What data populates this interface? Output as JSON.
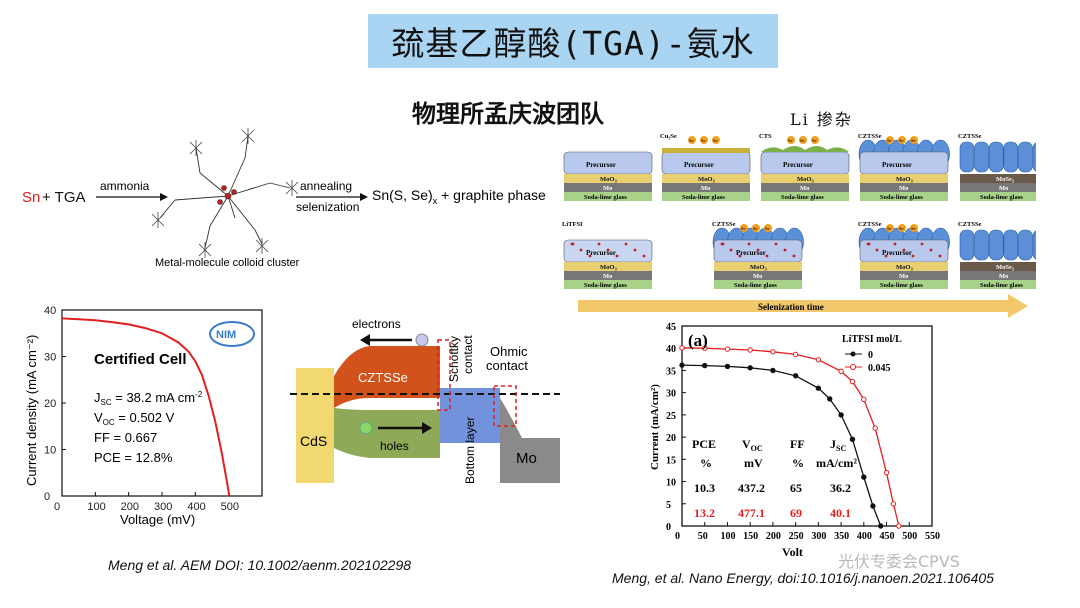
{
  "slide": {
    "title": "巯基乙醇酸(TGA)-氨水",
    "subtitle": "物理所孟庆波团队",
    "li_label": "Li 掺杂"
  },
  "reaction": {
    "sn": "Sn",
    "plus_tga": " + TGA",
    "ammonia": "ammonia",
    "annealing": "annealing",
    "selenization": "selenization",
    "product": "Sn(S, Se)",
    "product_sub": "x",
    "product_tail": " + graphite phase",
    "cluster_caption": "Metal-molecule colloid cluster"
  },
  "jv_left": {
    "ylabel": "Current density (mA cm⁻²)",
    "xlabel": "Voltage (mV)",
    "certified": "Certified Cell",
    "jsc": "J",
    "jsc_sub": "SC",
    "jsc_val": " = 38.2 mA cm",
    "jsc_sup": "-2",
    "voc": "V",
    "voc_sub": "OC",
    "voc_val": " = 0.502 V",
    "ff": "FF = 0.667",
    "pce": "PCE = 12.8%",
    "xticks": [
      "0",
      "100",
      "200",
      "300",
      "400",
      "500"
    ],
    "yticks": [
      "0",
      "10",
      "20",
      "30",
      "40"
    ]
  },
  "band": {
    "electrons": "electrons",
    "holes": "holes",
    "czts": "CZTSSe",
    "cds": "CdS",
    "mo": "Mo",
    "bottom": "Bottom layer",
    "schottky1": "Schottky",
    "schottky2": "contact",
    "ohmic1": "Ohmic",
    "ohmic2": "contact"
  },
  "process": {
    "precursor": "Precursor",
    "moo3": "MoO",
    "moo3_sub": "3",
    "mo": "Mo",
    "mose2": "MoSe",
    "mose2_sub": "2",
    "glass": "Soda-lime glass",
    "cu2se": "Cu₂Se",
    "se": "Se",
    "cts": "CTS",
    "cztsse": "CZTSSe",
    "litfsi": "LiTFSI",
    "arrow_label": "Selenization time"
  },
  "jv_right": {
    "panel": "(a)",
    "legend_title": "LiTFSI mol/L",
    "legend_0": "0",
    "legend_045": "0.045",
    "ylabel": "Current (mA/cm²)",
    "xlabel": "Volt",
    "table_headers": [
      "PCE",
      "V",
      "FF",
      "J"
    ],
    "table_header_subs": [
      "",
      "OC",
      "",
      "SC"
    ],
    "table_units": [
      "%",
      "mV",
      "%",
      "mA/cm²"
    ],
    "row1": [
      "10.3",
      "437.2",
      "65",
      "36.2"
    ],
    "row2": [
      "13.2",
      "477.1",
      "69",
      "40.1"
    ],
    "xticks": [
      "0",
      "50",
      "100",
      "150",
      "200",
      "250",
      "300",
      "350",
      "400",
      "450",
      "500",
      "550"
    ],
    "yticks": [
      "0",
      "5",
      "10",
      "15",
      "20",
      "25",
      "30",
      "35",
      "40",
      "45"
    ]
  },
  "citations": {
    "left": "Meng et al. AEM DOI: 10.1002/aenm.202102298",
    "right": "Meng, et al.  Nano Energy, doi:10.1016/j.nanoen.2021.106405"
  },
  "watermark": "光伏专委会CPVS",
  "colors": {
    "title_bg": "#a9d4f2",
    "red_curve": "#e02020",
    "czts_orange": "#d2521c",
    "cds_yellow": "#f1d870",
    "bottom_blue": "#5b7fd6"
  },
  "chart_data": [
    {
      "type": "line",
      "title": "",
      "xlabel": "Voltage (mV)",
      "ylabel": "Current density (mA cm⁻²)",
      "xlim": [
        0,
        600
      ],
      "ylim": [
        0,
        40
      ],
      "series": [
        {
          "x": [
            0,
            50,
            100,
            150,
            200,
            250,
            300,
            350,
            380,
            400,
            420,
            440,
            460,
            480,
            495,
            502
          ],
          "y": [
            38.2,
            38.0,
            37.8,
            37.4,
            36.9,
            36.1,
            35.0,
            33.0,
            31.0,
            29.0,
            26.0,
            21.5,
            16.0,
            9.0,
            3.0,
            0
          ]
        }
      ]
    },
    {
      "type": "line",
      "title": "(a)",
      "xlabel": "Volt",
      "ylabel": "Current (mA/cm²)",
      "xlim": [
        0,
        550
      ],
      "ylim": [
        0,
        45
      ],
      "series": [
        {
          "name": "0",
          "x": [
            0,
            50,
            100,
            150,
            200,
            250,
            300,
            325,
            350,
            375,
            400,
            420,
            437.2
          ],
          "y": [
            36.2,
            36.1,
            35.9,
            35.6,
            35.0,
            33.8,
            31.0,
            28.6,
            25.0,
            19.5,
            11.0,
            4.5,
            0
          ]
        },
        {
          "name": "0.045",
          "x": [
            0,
            50,
            100,
            150,
            200,
            250,
            300,
            350,
            375,
            400,
            425,
            450,
            465,
            477.1
          ],
          "y": [
            40.1,
            40.0,
            39.8,
            39.6,
            39.2,
            38.6,
            37.4,
            34.8,
            32.5,
            28.5,
            22.0,
            12.0,
            5.0,
            0
          ]
        }
      ]
    }
  ]
}
